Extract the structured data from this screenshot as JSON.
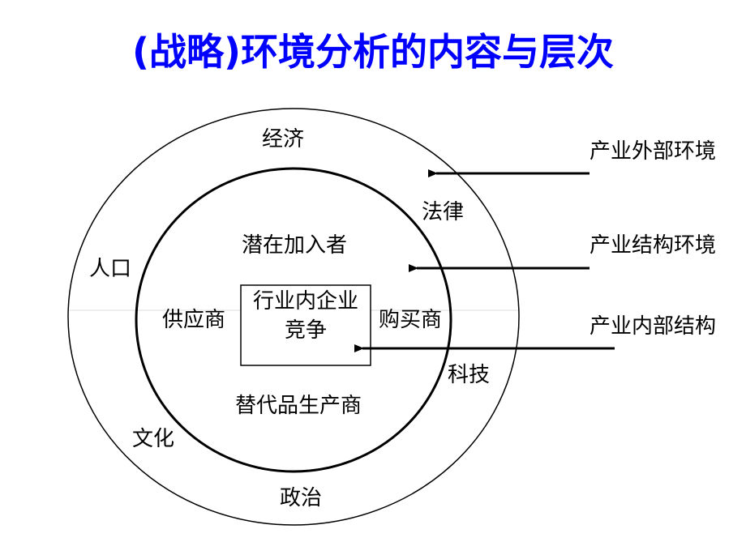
{
  "title": "(战略)环境分析的内容与层次",
  "colors": {
    "title": "#0000ff",
    "lines": "#000000"
  },
  "outer_ring": [
    "经济",
    "法律",
    "人口",
    "科技",
    "文化",
    "政治"
  ],
  "inner_ring": {
    "top": "潜在加入者",
    "left": "供应商",
    "right": "购买商",
    "bottom": "替代品生产商"
  },
  "core": {
    "line1": "行业内企业",
    "line2": "竞争"
  },
  "levels": [
    "产业外部环境",
    "产业结构环境",
    "产业内部结构"
  ]
}
